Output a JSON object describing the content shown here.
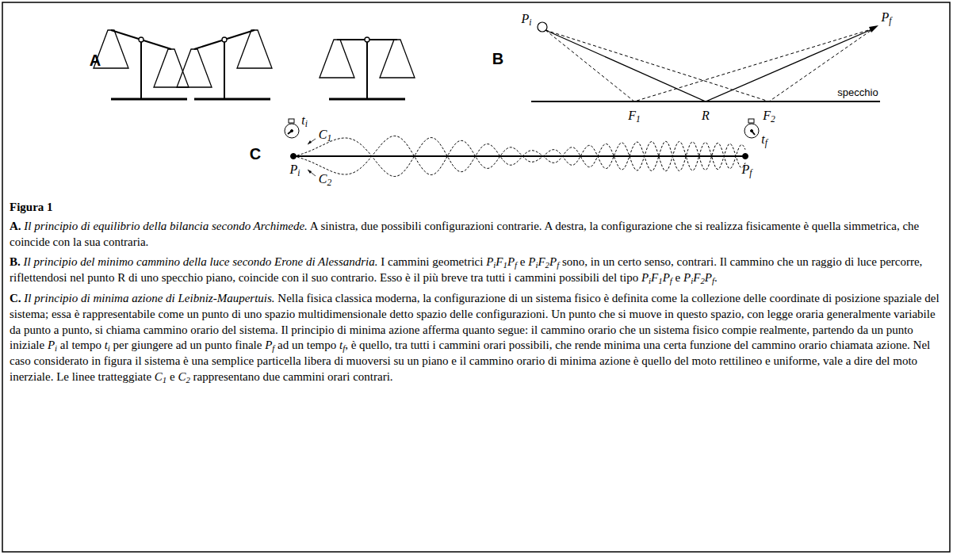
{
  "diagram": {
    "caption": "Figura 1",
    "labels": [
      "A",
      "B",
      "C",
      "Pi",
      "Pf",
      "F1",
      "R",
      "F2",
      "specchio",
      "C1",
      "C2",
      "Pi",
      "Pf",
      "ti",
      "tf",
      "A.",
      "Il principio di equilibrio della bilancia secondo Archimede.",
      "A sinistra, due possibili configurazioni contrarie. A destra, la configurazione che si realizza fisicamente è quella simmetrica, che coincide con la sua contraria.",
      "B.",
      "Il principio del minimo cammino della luce secondo Erone di Alessandria.",
      "I cammini geometrici PiF1Pf e PiF2Pf sono, in un certo senso, contrari. Il cammino che un raggio di luce percorre, riflettendosi nel punto R di uno specchio piano, coincide con il suo contrario. Esso è il più breve tra tutti i cammini possibili del tipo PiF1Pf e PiF2Pf.",
      "C.",
      "Il principio di minima azione di Leibniz-Maupertuis.",
      "Nella fisica classica moderna, la configurazione di un sistema fisico è definita come la collezione delle coordinate di posizione spaziale del sistema; essa è rappresentabile come un punto di uno spazio multidimensionale detto spazio delle configurazioni. Un punto che si muove in questo spazio, con legge oraria generalmente variabile da punto a punto, si chiama cammino orario del sistema. Il principio di minima azione afferma quanto segue: il cammino orario che un sistema fisico compie realmente, partendo da un punto iniziale Pi al tempo ti per giungere ad un punto finale Pf ad un tempo tf, è quello, tra tutti i cammini orari possibili, che rende minima una certa funzione del cammino orario chiamata azione. Nel caso considerato in figura il sistema è una semplice particella libera di muoversi su un piano e il cammino orario di minima azione è quello del moto rettilineo e uniforme, vale a dire del moto inerziale. Le linee tratteggiate C1 e C2 rappresentano due cammini orari contrari."
    ]
  }
}
